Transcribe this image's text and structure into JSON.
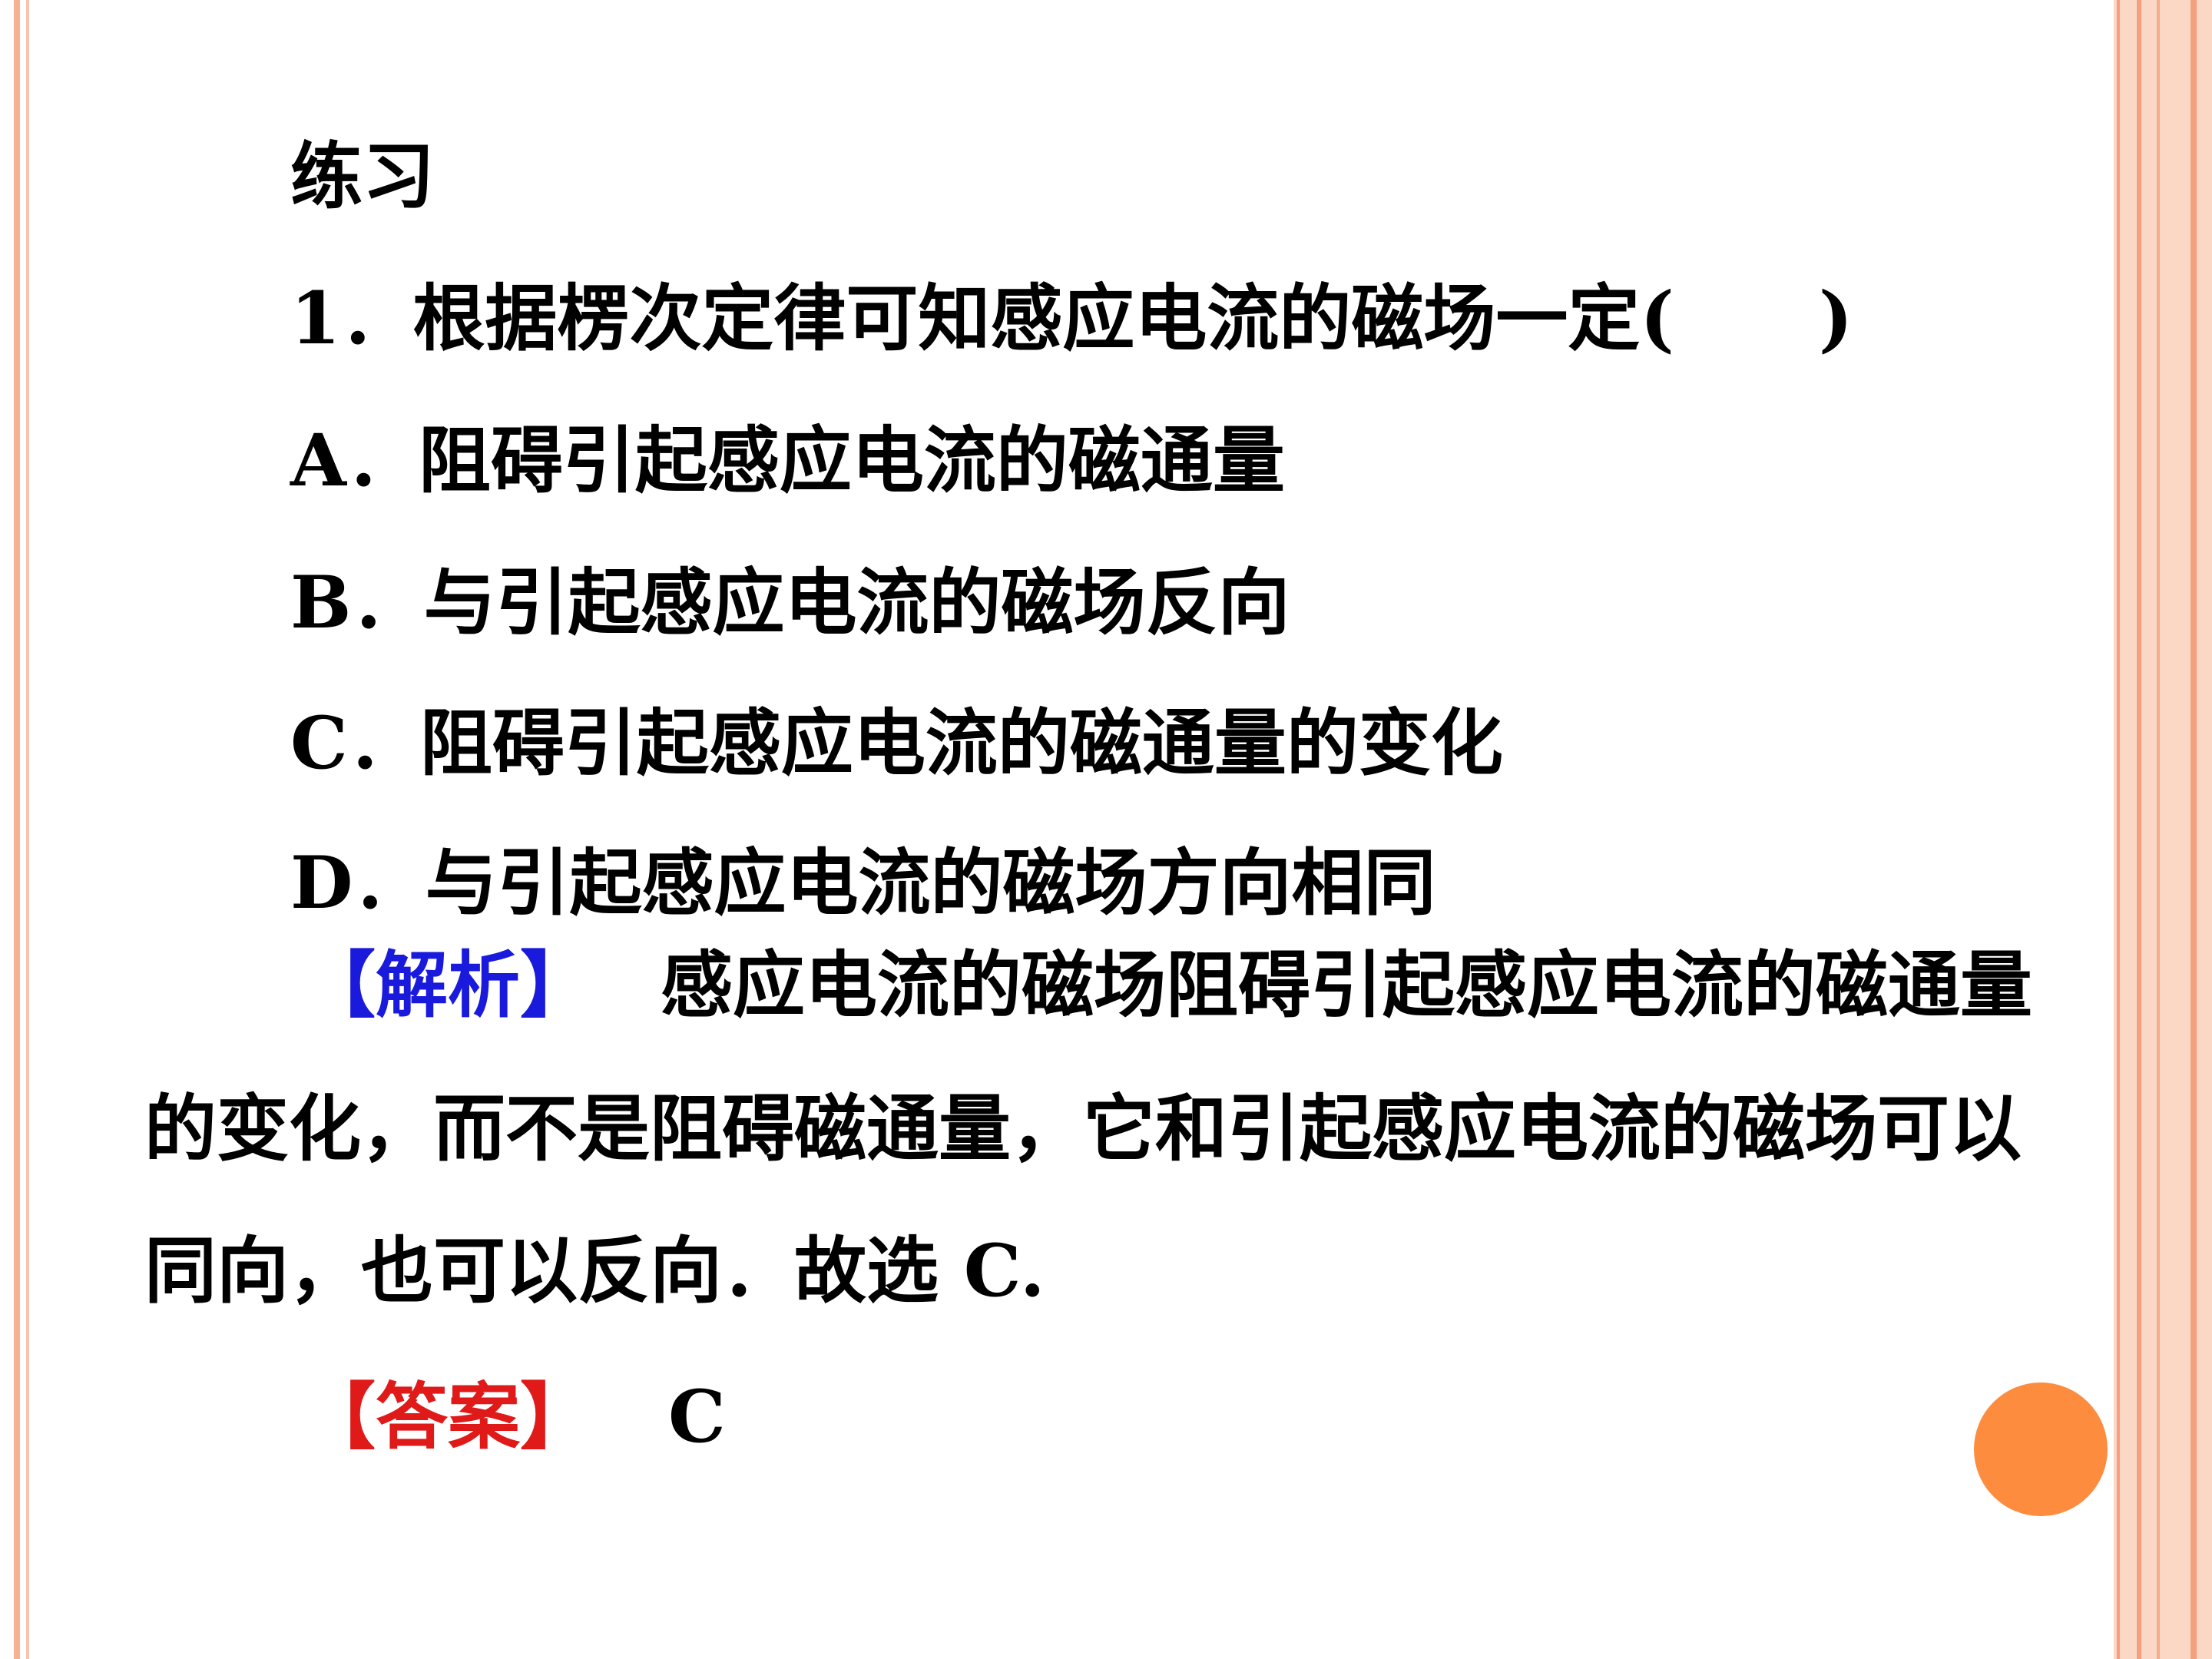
{
  "slide": {
    "heading": "练习",
    "question": "1．根据楞次定律可知感应电流的磁场一定(　　)",
    "options": [
      "A．阻碍引起感应电流的磁通量",
      "B．与引起感应电流的磁场反向",
      "C．阻碍引起感应电流的磁通量的变化",
      "D．与引起感应电流的磁场方向相同"
    ],
    "analysis_label": "【解析】",
    "analysis_lines": [
      "感应电流的磁场阻碍引起感应电流的磁通量",
      "的变化，而不是阻碍磁通量，它和引起感应电流的磁场可以",
      "同向，也可以反向．故选 C."
    ],
    "answer_label": "【答案】",
    "answer_value": "C"
  },
  "colors": {
    "analysis_label": "#1a1adc",
    "answer_label": "#e01919",
    "border_stripe": "#f9b59a",
    "right_panel": "#fbd7c6",
    "bullet_circle": "#fd8c3e"
  }
}
